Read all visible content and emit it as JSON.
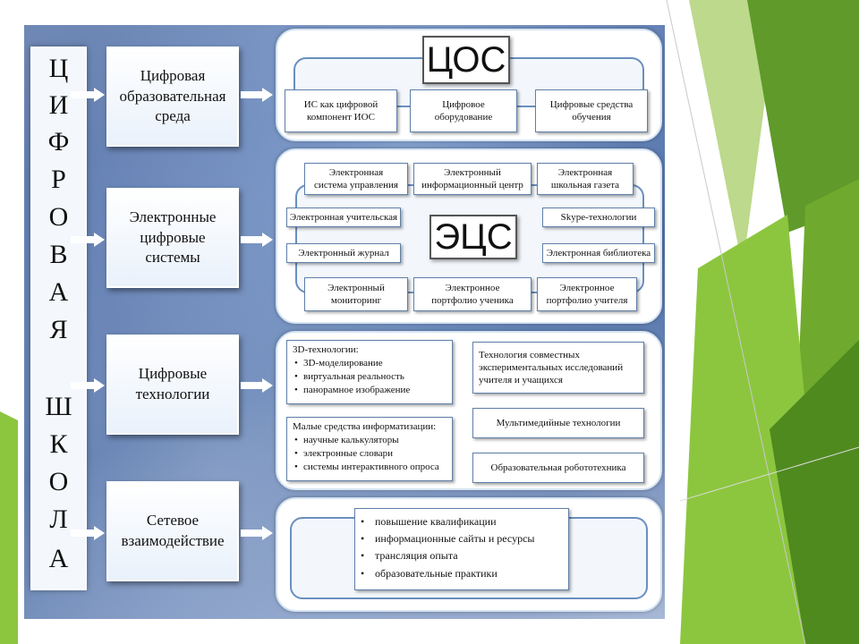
{
  "colors": {
    "slide_green_dark": "#4f8a1f",
    "slide_green_light": "#8cc63f",
    "panel_blue": "#5d7ab0",
    "box_border": "#5f7fa8"
  },
  "vertical_title": [
    "Ц",
    "И",
    "Ф",
    "Р",
    "О",
    "В",
    "А",
    "Я",
    "Ш",
    "К",
    "О",
    "Л",
    "А"
  ],
  "left_boxes": [
    "Цифровая\nобразовательная\nсреда",
    "Электронные\nцифровые\nсистемы",
    "Цифровые\nтехнологии",
    "Сетевое\nвзаимодействие"
  ],
  "section1": {
    "title": "ЦОС",
    "items": [
      "ИС как цифровой\nкомпонент ИОС",
      "Цифровое\nоборудование",
      "Цифровые средства\nобучения"
    ]
  },
  "section2": {
    "title": "ЭЦС",
    "top": [
      "Электронная\nсистема управления",
      "Электронный\nинформационный центр",
      "Электронная\nшкольная газета"
    ],
    "left": [
      "Электронная учительская",
      "Электронный журнал"
    ],
    "right": [
      "Skype-технологии",
      "Электронная библиотека"
    ],
    "bottom": [
      "Электронный\nмониторинг",
      "Электронное\nпортфолио ученика",
      "Электронное\nпортфолио учителя"
    ]
  },
  "section3": {
    "tech3d": {
      "title": "3D-технологии:",
      "items": [
        "3D-моделирование",
        "виртуальная реальность",
        "панорамное изображение"
      ]
    },
    "small_means": {
      "title": "Малые средства информатизации:",
      "items": [
        "научные калькуляторы",
        "электронные словари",
        "системы интерактивного опроса"
      ]
    },
    "right": [
      "Технология совместных\nэкспериментальных исследований\nучителя и учащихся",
      "Мультимедийные технологии",
      "Образовательная робототехника"
    ]
  },
  "section4": {
    "items": [
      "повышение квалификации",
      "информационные сайты и ресурсы",
      "трансляция опыта",
      "образовательные практики"
    ]
  }
}
